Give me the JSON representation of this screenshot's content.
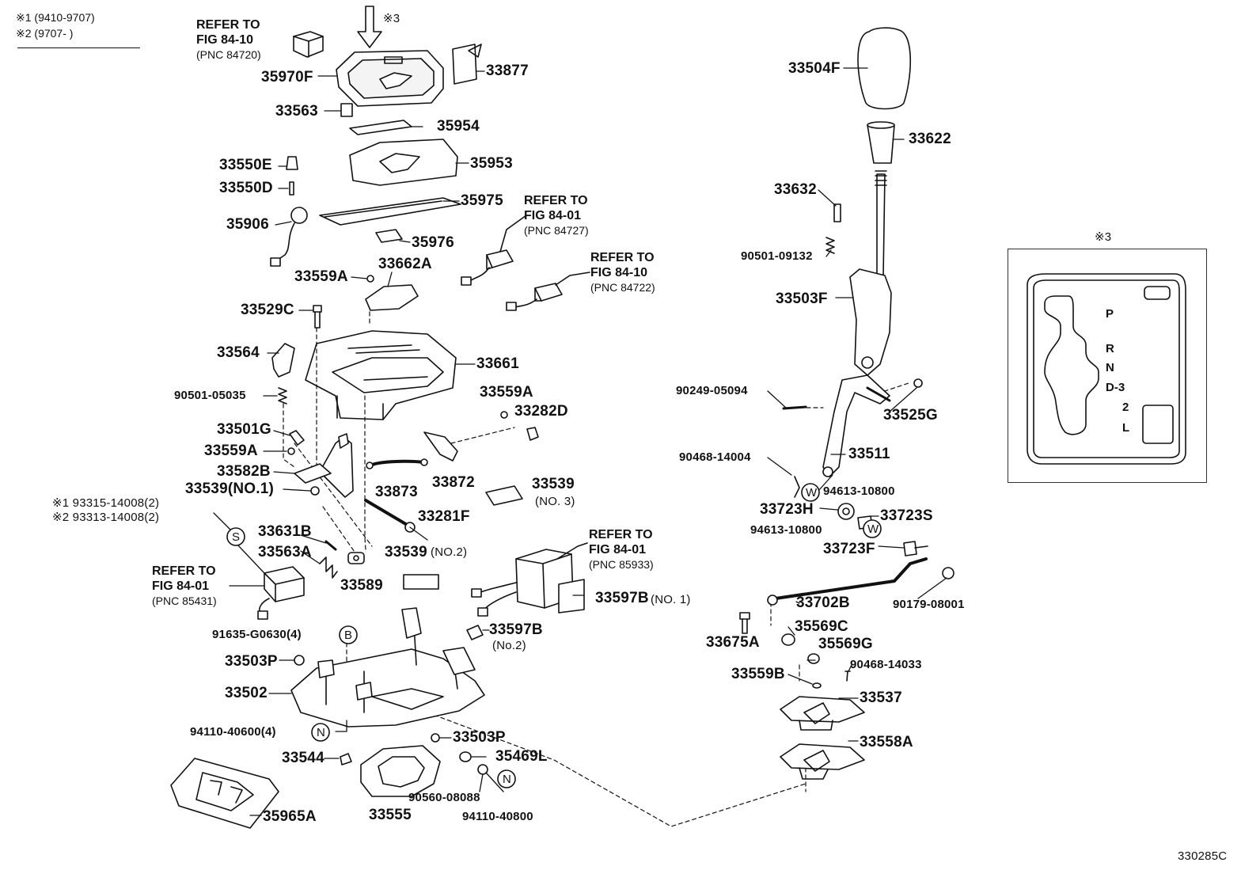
{
  "legend": {
    "line1": "※1 (9410-9707)",
    "line2": "※2 (9707-       )"
  },
  "figure_code": "330285C",
  "arrow_mark": "※3",
  "inset": {
    "title": "※3",
    "gate_letters": [
      "P",
      "R",
      "N",
      "D-3",
      "2",
      "L"
    ]
  },
  "refer_notes": [
    {
      "line1": "REFER TO",
      "line2": "FIG 84-10",
      "pnc": "(PNC 84720)"
    },
    {
      "line1": "REFER TO",
      "line2": "FIG 84-01",
      "pnc": "(PNC 84727)"
    },
    {
      "line1": "REFER TO",
      "line2": "FIG 84-10",
      "pnc": "(PNC 84722)"
    },
    {
      "line1": "REFER TO",
      "line2": "FIG 84-01",
      "pnc": "(PNC 85933)"
    },
    {
      "line1": "REFER TO",
      "line2": "FIG 84-01",
      "pnc": "(PNC 85431)"
    }
  ],
  "parts": {
    "p35970F": "35970F",
    "p33877": "33877",
    "p33563": "33563",
    "p35954": "35954",
    "p35953": "35953",
    "p33550E": "33550E",
    "p33550D": "33550D",
    "p35975": "35975",
    "p35906": "35906",
    "p35976": "35976",
    "p33662A": "33662A",
    "p33559A_1": "33559A",
    "p33529C": "33529C",
    "p33564": "33564",
    "p33661": "33661",
    "p90501_05035": "90501-05035",
    "p33559A_2": "33559A",
    "p33282D": "33282D",
    "p33501G": "33501G",
    "p33559A_3": "33559A",
    "p33582B": "33582B",
    "p33539_no1": "33539(NO.1)",
    "p33873": "33873",
    "p33872": "33872",
    "p33539_no3": "33539",
    "p33539_no3_sub": "(NO. 3)",
    "p33281F": "33281F",
    "p93315": "※1 93315-14008(2)",
    "p93313": "※2 93313-14008(2)",
    "p33631B": "33631B",
    "p33563A": "33563A",
    "p33589": "33589",
    "p33539_no2": "33539",
    "p33539_no2_sub": "(NO.2)",
    "p33597B_no1": "33597B",
    "p33597B_no1_sub": "(NO. 1)",
    "p91635": "91635-G0630(4)",
    "p33597B_no2": "33597B",
    "p33597B_no2_sub": "(No.2)",
    "p33503P_1": "33503P",
    "p33502": "33502",
    "p94110_40600": "94110-40600(4)",
    "p33503P_2": "33503P",
    "p35469L": "35469L",
    "p33544": "33544",
    "p90560": "90560-08088",
    "p94110_40800": "94110-40800",
    "p35965A": "35965A",
    "p33555": "33555",
    "p33504F": "33504F",
    "p33622": "33622",
    "p33632": "33632",
    "p90501_09132": "90501-09132",
    "p33503F": "33503F",
    "p90249": "90249-05094",
    "p33525G": "33525G",
    "p90468_14004": "90468-14004",
    "p33511": "33511",
    "p94613_a": "94613-10800",
    "p33723H": "33723H",
    "p33723S": "33723S",
    "p94613_b": "94613-10800",
    "p33723F": "33723F",
    "p33702B": "33702B",
    "p90179": "90179-08001",
    "p33675A": "33675A",
    "p35569C": "35569C",
    "p35569G": "35569G",
    "p90468_14033": "90468-14033",
    "p33559B": "33559B",
    "p33537": "33537",
    "p33558A": "33558A"
  },
  "circle_marks": {
    "S": "S",
    "B": "B",
    "N1": "N",
    "N2": "N",
    "W1": "W",
    "W2": "W"
  }
}
